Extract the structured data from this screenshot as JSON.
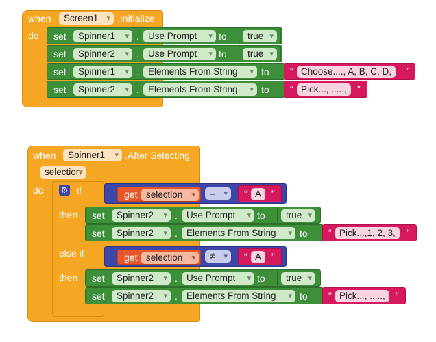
{
  "event1": {
    "when": "when",
    "component": "Screen1",
    "event": ".Initialize",
    "do": "do",
    "statements": [
      {
        "set": "set",
        "component": "Spinner1",
        "dot": ".",
        "property": "Use Prompt",
        "to": "to",
        "value": "true"
      },
      {
        "set": "set",
        "component": "Spinner2",
        "dot": ".",
        "property": "Use Prompt",
        "to": "to",
        "value": "true"
      },
      {
        "set": "set",
        "component": "Spinner1",
        "dot": ".",
        "property": "Elements From String",
        "to": "to",
        "open_quote": "“",
        "value": "Choose...., A, B, C, D,",
        "close_quote": "”"
      },
      {
        "set": "set",
        "component": "Spinner2",
        "dot": ".",
        "property": "Elements From String",
        "to": "to",
        "open_quote": "“",
        "value": "Pick..., .....,",
        "close_quote": "”"
      }
    ]
  },
  "event2": {
    "when": "when",
    "component": "Spinner1",
    "event": ".After Selecting",
    "param": "selection",
    "do": "do",
    "if_block": {
      "if": "if",
      "then": "then",
      "else_if": "else if",
      "gear_icon": "gear-icon",
      "cond1": {
        "get": "get",
        "var": "selection",
        "op": "=",
        "open_quote": "“",
        "value": "A",
        "close_quote": "”"
      },
      "cond2": {
        "get": "get",
        "var": "selection",
        "op": "≠",
        "open_quote": "“",
        "value": "A",
        "close_quote": "”"
      },
      "then1": [
        {
          "set": "set",
          "component": "Spinner2",
          "dot": ".",
          "property": "Use Prompt",
          "to": "to",
          "value": "true"
        },
        {
          "set": "set",
          "component": "Spinner2",
          "dot": ".",
          "property": "Elements From String",
          "to": "to",
          "open_quote": "“",
          "value": "Pick...,1, 2, 3,",
          "close_quote": "”"
        }
      ],
      "then2": [
        {
          "set": "set",
          "component": "Spinner2",
          "dot": ".",
          "property": "Use Prompt",
          "to": "to",
          "value": "true"
        },
        {
          "set": "set",
          "component": "Spinner2",
          "dot": ".",
          "property": "Elements From String",
          "to": "to",
          "open_quote": "“",
          "value": "Pick..., .....,",
          "close_quote": "”"
        }
      ]
    }
  },
  "colors": {
    "event": "#f5a623",
    "setter": "#3d8f3a",
    "text": "#d6195e",
    "compare": "#3d47a8",
    "get": "#e8572a"
  }
}
